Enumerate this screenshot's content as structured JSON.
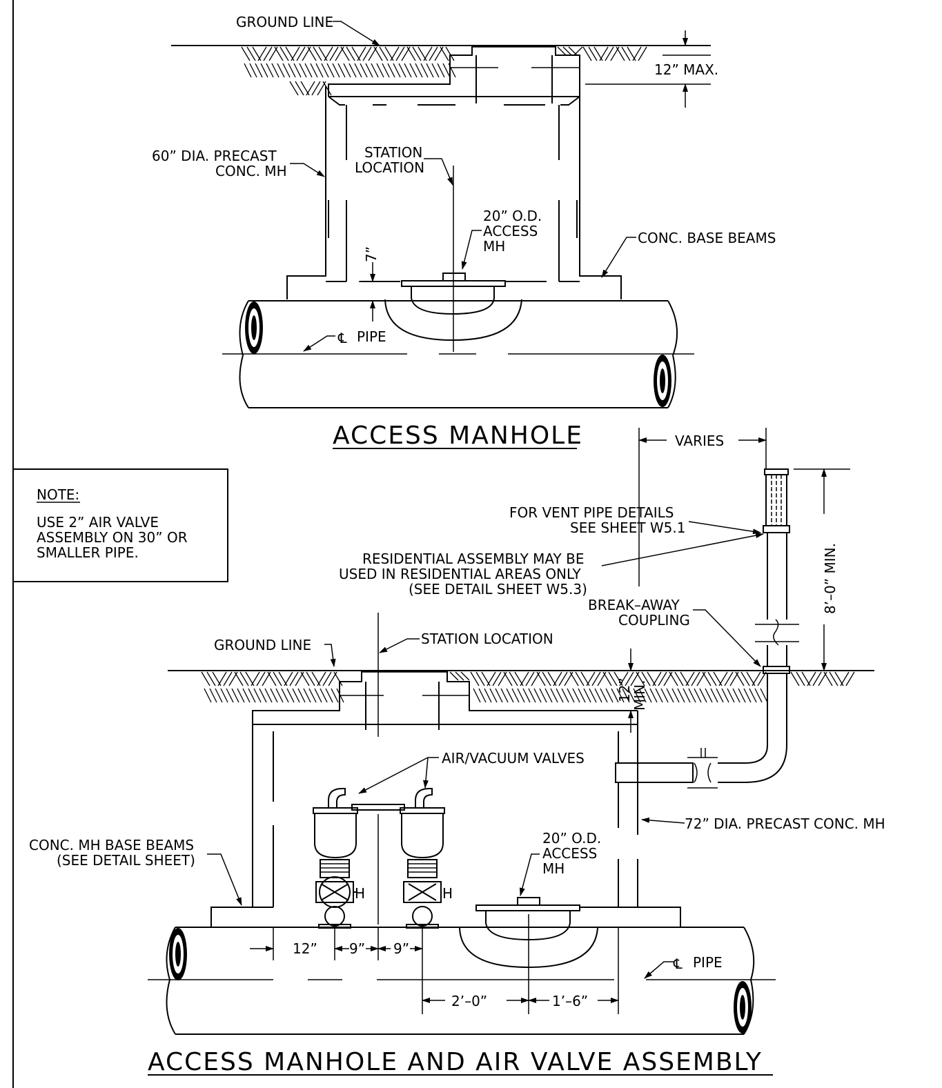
{
  "labels": {
    "top_ground_line": "GROUND LINE",
    "top_12_max": "12” MAX.",
    "top_mh_dia_1": "60” DIA. PRECAST",
    "top_mh_dia_2": "CONC. MH",
    "top_station_1": "STATION",
    "top_station_2": "LOCATION",
    "top_access_1": "20” O.D.",
    "top_access_2": "ACCESS",
    "top_access_3": "MH",
    "top_base_beams": "CONC. BASE BEAMS",
    "top_7in": "7”",
    "top_cl_pipe": "PIPE",
    "title_top": "ACCESS MANHOLE",
    "varies": "VARIES",
    "vent_1": "FOR VENT PIPE DETAILS",
    "vent_2": "SEE SHEET W5.1",
    "res_1": "RESIDENTIAL ASSEMBLY MAY BE",
    "res_2": "USED IN RESIDENTIAL AREAS ONLY",
    "res_3": "(SEE DETAIL SHEET W5.3)",
    "break_1": "BREAK–AWAY",
    "break_2": "COUPLING",
    "min_8ft": "8’–0” MIN.",
    "bot_ground_line": "GROUND LINE",
    "bot_station": "STATION LOCATION",
    "bot_12_min_a": "12”",
    "bot_12_min_b": "MIN.",
    "air_valves": "AIR/VACUUM VALVES",
    "bot_mh_dia": "72” DIA. PRECAST CONC. MH",
    "bot_access_1": "20” O.D.",
    "bot_access_2": "ACCESS",
    "bot_access_3": "MH",
    "bot_beams_1": "CONC. MH BASE BEAMS",
    "bot_beams_2": "(SEE DETAIL SHEET)",
    "dim_12": "12”",
    "dim_9a": "9”",
    "dim_9b": "9”",
    "dim_2ft": "2’–0”",
    "dim_1ft6": "1’–6”",
    "bot_cl_pipe": "PIPE",
    "title_bottom": "ACCESS MANHOLE AND AIR VALVE ASSEMBLY"
  },
  "note": {
    "heading": "NOTE:",
    "line1": "USE 2” AIR VALVE",
    "line2": "ASSEMBLY ON 30” OR",
    "line3": "SMALLER PIPE."
  }
}
